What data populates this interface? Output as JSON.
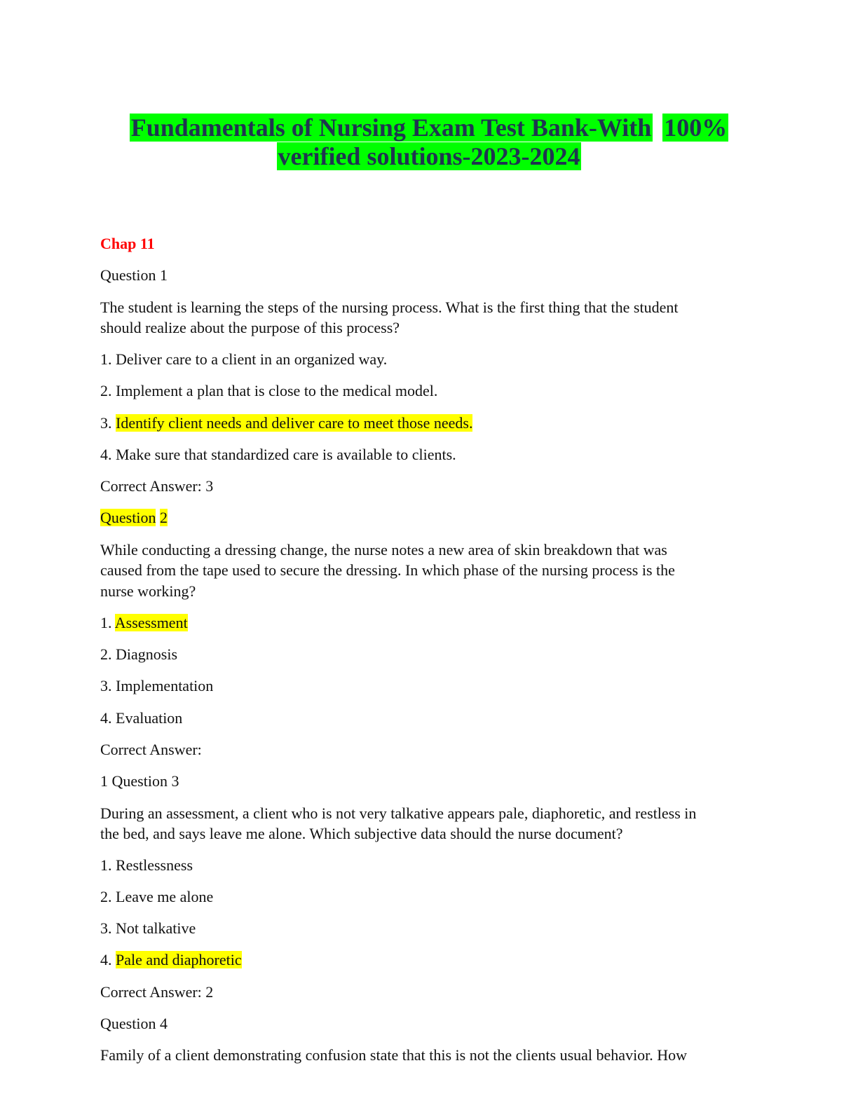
{
  "document": {
    "title_line_1": "Fundamentals of Nursing Exam Test Bank-With",
    "title_line_1_highlight": "100%",
    "title_line_2": "verified solutions-2023-2024",
    "chapter": "Chap 11",
    "q1": {
      "label": "Question 1",
      "text_1": "The student is learning the steps of the nursing process. What is the first thing that the student",
      "text_2": "should realize about the purpose of this process?",
      "opt1": "1. Deliver care to a client in an organized way.",
      "opt2": "2. Implement a plan that is close to the medical model.",
      "opt3_num": "3.",
      "opt3_text": "Identify client needs and deliver care to meet those needs.",
      "opt4": "4. Make sure that standardized care is available to clients.",
      "answer": "Correct Answer: 3"
    },
    "q2": {
      "label_word": "Question",
      "label_num": "2",
      "text_1": "While conducting a dressing change, the nurse notes a new area of skin breakdown that was",
      "text_2": "caused from the tape used to secure the dressing. In which phase of the nursing process is the",
      "text_3": "nurse working?",
      "opt1_num": "1.",
      "opt1_text": "Assessment",
      "opt2": "2. Diagnosis",
      "opt3": "3. Implementation",
      "opt4": "4. Evaluation",
      "answer": "Correct Answer:"
    },
    "q3": {
      "label": "1 Question 3",
      "text_1": "During an assessment, a client who is not very talkative appears pale, diaphoretic, and restless in",
      "text_2": "the bed, and says leave me alone. Which subjective data should the nurse document?",
      "opt1": "1. Restlessness",
      "opt2": "2. Leave me alone",
      "opt3": "3. Not talkative",
      "opt4_num": "4.",
      "opt4_text": "Pale and diaphoretic",
      "answer": "Correct Answer: 2"
    },
    "q4": {
      "label": "Question 4",
      "text_1": "Family of a client demonstrating confusion state that this is not the clients usual behavior. How"
    }
  },
  "colors": {
    "title_text": "#1f3550",
    "title_highlight": "#00ff00",
    "answer_highlight": "#ffff00",
    "chapter_text": "#ff0000"
  }
}
